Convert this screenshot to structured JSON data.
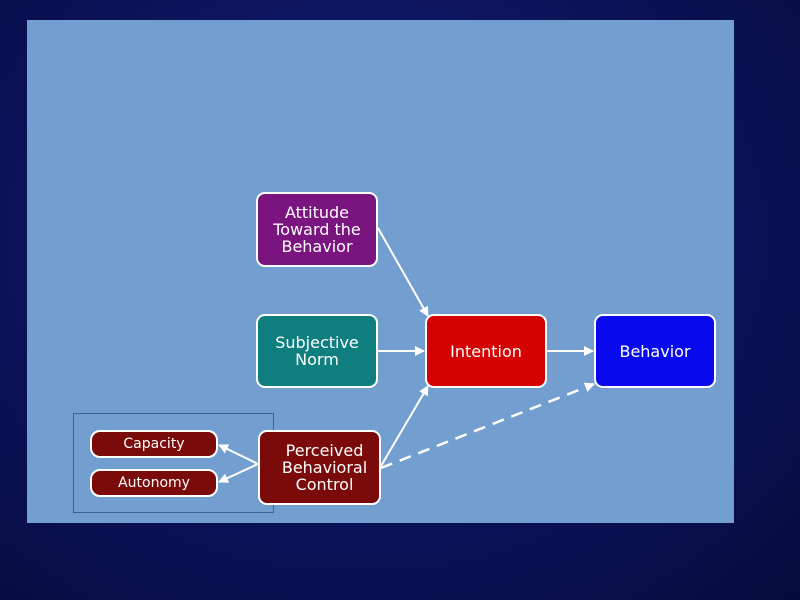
{
  "colors": {
    "attitude": "#7a147e",
    "norm": "#0f7e7e",
    "pbc": "#7b0a0a",
    "intention": "#d40202",
    "behavior": "#0a0aee",
    "capacity": "#7b0a0a",
    "autonomy": "#7b0a0a"
  },
  "nodes": {
    "attitude": "Attitude\nToward the\nBehavior",
    "norm": "Subjective\nNorm",
    "pbc": "Perceived\nBehavioral\nControl",
    "intention": "Intention",
    "behavior": "Behavior",
    "capacity": "Capacity",
    "autonomy": "Autonomy"
  },
  "edges": [
    {
      "from": "attitude",
      "to": "intention",
      "style": "solid"
    },
    {
      "from": "norm",
      "to": "intention",
      "style": "solid"
    },
    {
      "from": "pbc",
      "to": "intention",
      "style": "solid"
    },
    {
      "from": "intention",
      "to": "behavior",
      "style": "solid"
    },
    {
      "from": "pbc",
      "to": "behavior",
      "style": "dashed"
    },
    {
      "from": "pbc",
      "to": "capacity",
      "style": "solid"
    },
    {
      "from": "pbc",
      "to": "autonomy",
      "style": "solid"
    }
  ]
}
